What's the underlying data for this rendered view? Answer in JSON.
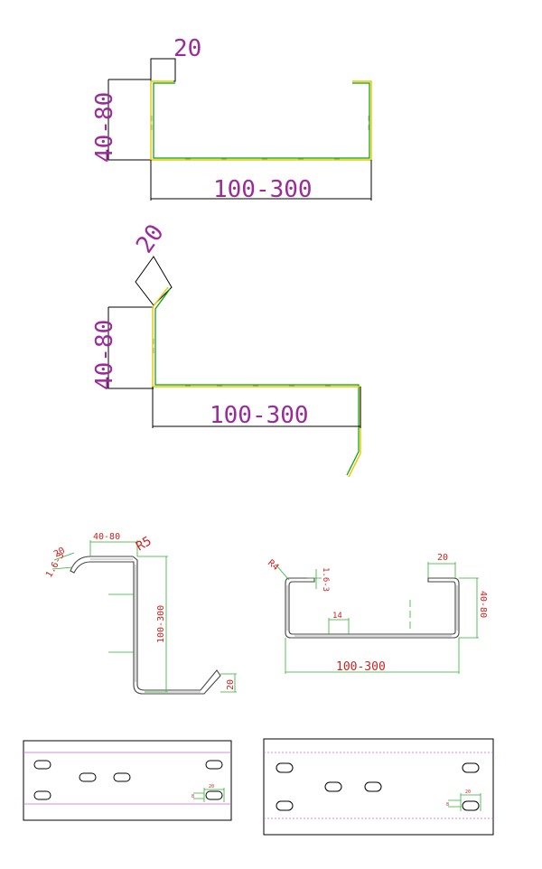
{
  "drawing1": {
    "flange": "20",
    "height": "40-80",
    "width": "100-300"
  },
  "drawing2": {
    "flange": "20",
    "height": "40-80",
    "width": "100-300"
  },
  "drawing3": {
    "top": "40-80",
    "radius": "R5",
    "lip": "20",
    "thickness": "1.6-3",
    "height": "100-300",
    "bottom_lip": "20"
  },
  "drawing4": {
    "radius": "R4",
    "thickness": "1.6-3",
    "lip": "20",
    "height": "40-80",
    "hole": "14",
    "width": "100-300"
  },
  "drawing5": {
    "hole_dim": "20",
    "hole_gap": "8"
  },
  "drawing6": {
    "hole_dim": "20",
    "hole_gap": "8"
  }
}
